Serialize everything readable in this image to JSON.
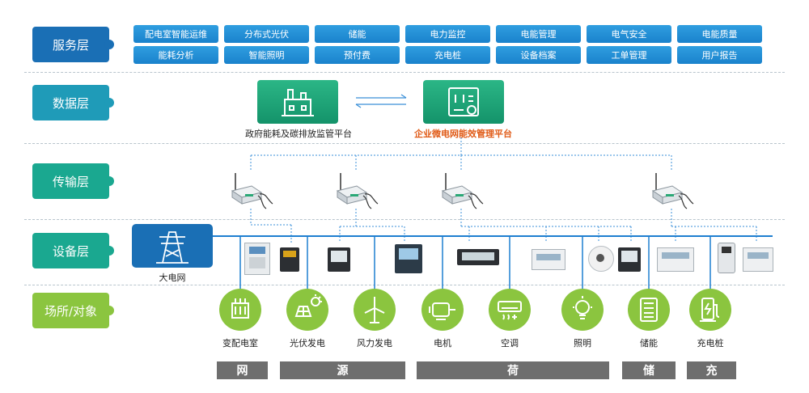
{
  "layers": {
    "service": "服务层",
    "data": "数据层",
    "transmission": "传输层",
    "device": "设备层",
    "site": "场所/对象"
  },
  "colors": {
    "service_label": "#1a6fb5",
    "data_label": "#1f9bb8",
    "transmission_label": "#1aa890",
    "device_label": "#1aa890",
    "site_label": "#8bc53f",
    "accent_red": "#e05a16"
  },
  "services_row1": [
    "配电室智能运维",
    "分布式光伏",
    "储能",
    "电力监控",
    "电能管理",
    "电气安全",
    "电能质量"
  ],
  "services_row2": [
    "能耗分析",
    "智能照明",
    "预付费",
    "充电桩",
    "设备档案",
    "工单管理",
    "用户报告"
  ],
  "platforms": {
    "gov": "政府能耗及碳排放监管平台",
    "enterprise": "企业微电网能效管理平台"
  },
  "grid_label": "大电网",
  "sites": [
    "变配电室",
    "光伏发电",
    "风力发电",
    "电机",
    "空调",
    "照明",
    "储能",
    "充电桩"
  ],
  "site_icons": [
    "transformer-icon",
    "solar-panel-icon",
    "wind-turbine-icon",
    "motor-icon",
    "air-conditioner-icon",
    "light-bulb-icon",
    "battery-icon",
    "ev-charger-icon"
  ],
  "categories": [
    "网",
    "源",
    "荷",
    "储",
    "充"
  ]
}
